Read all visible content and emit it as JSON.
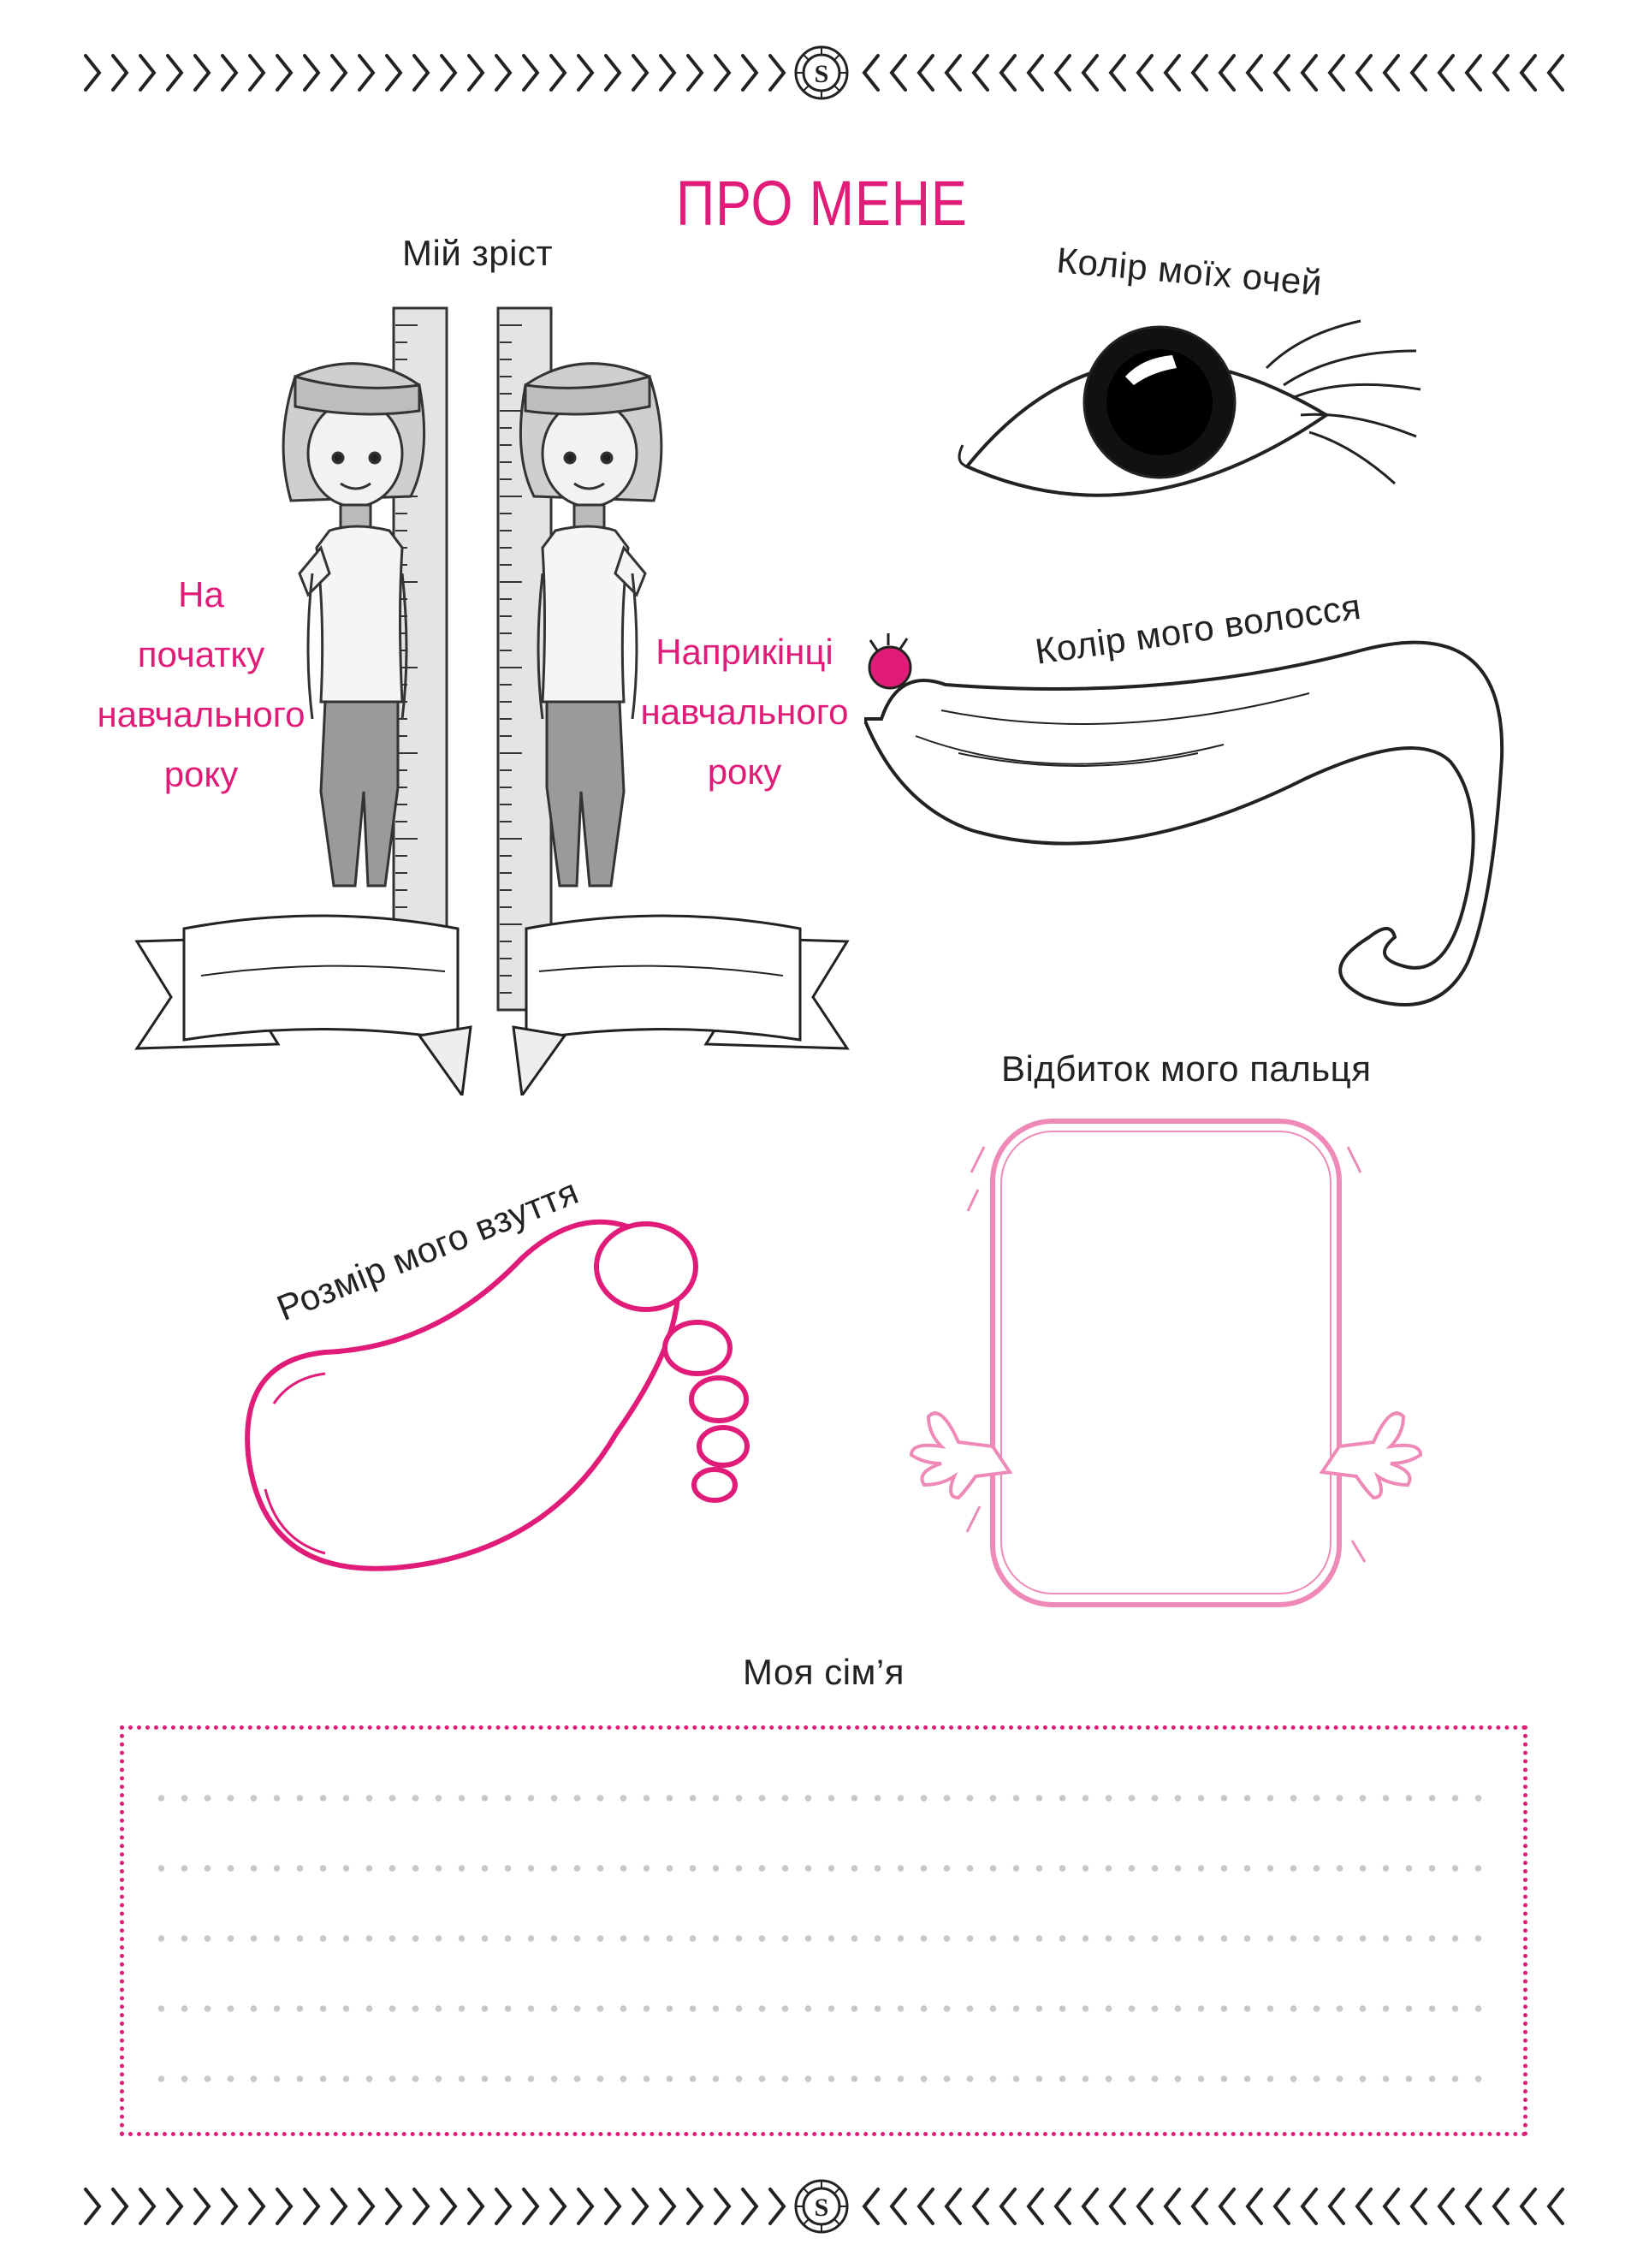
{
  "header": {
    "ornament_icon": "flower-s-emblem-icon"
  },
  "title": "ПРО МЕНЕ",
  "height_section": {
    "label": "Мій зріст",
    "start_lines": [
      "На",
      "початку",
      "навчального",
      "року"
    ],
    "end_lines": [
      "Наприкінці",
      "навчального",
      "року"
    ]
  },
  "eye_section": {
    "label": "Колір моїх очей"
  },
  "hair_section": {
    "label": "Колір мого волосся"
  },
  "fingerprint_section": {
    "label": "Відбиток мого пальця"
  },
  "shoe_section": {
    "label": "Розмір мого взуття"
  },
  "family_section": {
    "label": "Моя сім’я",
    "line_count": 5
  },
  "colors": {
    "accent": "#e01c78",
    "fingerprint": "#ef8ab8",
    "ink": "#222222",
    "dots": "#c8c8c8"
  },
  "footer": {
    "ornament_icon": "flower-s-emblem-icon"
  }
}
